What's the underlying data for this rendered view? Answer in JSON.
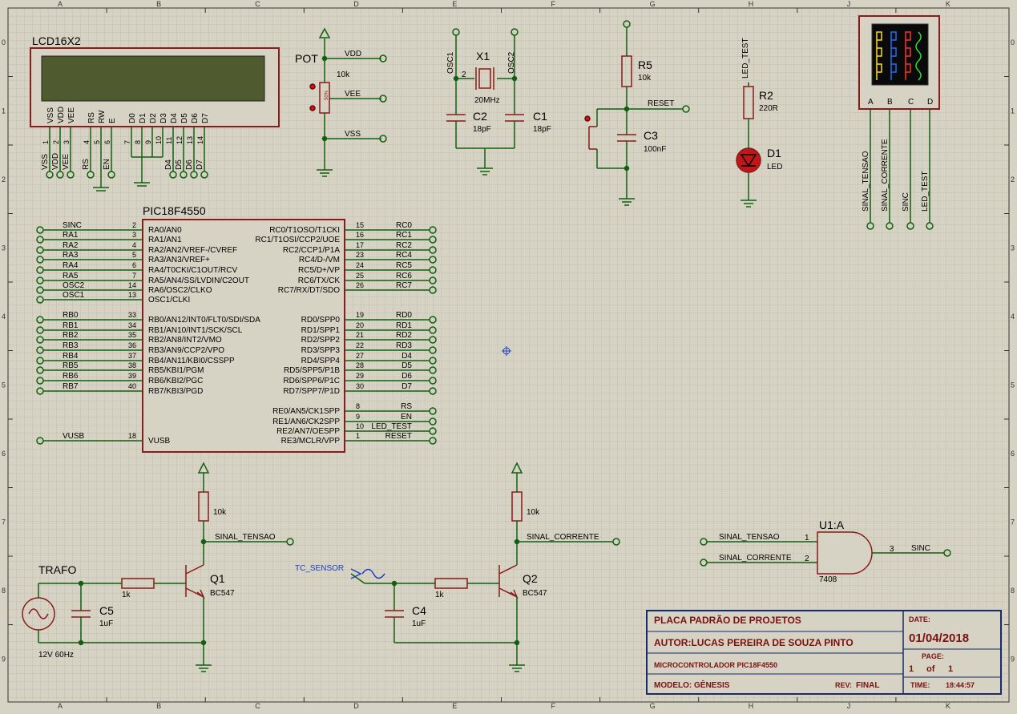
{
  "border": {
    "cols": [
      "A",
      "B",
      "C",
      "D",
      "E",
      "F",
      "G",
      "H",
      "J",
      "K"
    ],
    "rows": [
      "0",
      "1",
      "2",
      "3",
      "4",
      "5",
      "6",
      "7",
      "8",
      "9"
    ]
  },
  "lcd": {
    "name": "LCD16X2",
    "pins": [
      "VSS",
      "VDD",
      "VEE",
      "RS",
      "RW",
      "E",
      "D0",
      "D1",
      "D2",
      "D3",
      "D4",
      "D5",
      "D6",
      "D7"
    ],
    "numbers": [
      "1",
      "2",
      "3",
      "4",
      "5",
      "6",
      "7",
      "8",
      "9",
      "10",
      "11",
      "12",
      "13",
      "14"
    ],
    "nets": [
      "VSS",
      "VDD",
      "VEE",
      "RS",
      "EN",
      "D4",
      "D5",
      "D6",
      "D7"
    ]
  },
  "pot": {
    "name": "POT",
    "value": "10k",
    "nets": [
      "VDD",
      "VEE",
      "VSS"
    ],
    "wiper": "50%"
  },
  "crystal": {
    "name": "X1",
    "freq": "20MHz",
    "osc1": "OSC1",
    "osc2": "OSC2",
    "pin": "2",
    "c2_name": "C2",
    "c2_val": "18pF",
    "c1_name": "C1",
    "c1_val": "18pF"
  },
  "reset": {
    "r5_name": "R5",
    "r5_val": "10k",
    "net": "RESET",
    "c3_name": "C3",
    "c3_val": "100nF"
  },
  "led": {
    "net": "LED_TEST",
    "r2_name": "R2",
    "r2_val": "220R",
    "d1_name": "D1",
    "d1_val": "LED"
  },
  "scope": {
    "ch": [
      "A",
      "B",
      "C",
      "D"
    ],
    "nets": [
      "SINAL_TENSAO",
      "SINAL_CORRENTE",
      "SINC",
      "LED_TEST"
    ]
  },
  "mcu": {
    "name": "PIC18F4550",
    "left": [
      {
        "net": "SINC",
        "num": "2",
        "pin": "RA0/AN0"
      },
      {
        "net": "RA1",
        "num": "3",
        "pin": "RA1/AN1"
      },
      {
        "net": "RA2",
        "num": "4",
        "pin": "RA2/AN2/VREF-/CVREF"
      },
      {
        "net": "RA3",
        "num": "5",
        "pin": "RA3/AN3/VREF+"
      },
      {
        "net": "RA4",
        "num": "6",
        "pin": "RA4/T0CKI/C1OUT/RCV"
      },
      {
        "net": "RA5",
        "num": "7",
        "pin": "RA5/AN4/SS/LVDIN/C2OUT"
      },
      {
        "net": "OSC2",
        "num": "14",
        "pin": "RA6/OSC2/CLKO"
      },
      {
        "net": "OSC1",
        "num": "13",
        "pin": "OSC1/CLKI"
      },
      {
        "net": "RB0",
        "num": "33",
        "pin": "RB0/AN12/INT0/FLT0/SDI/SDA"
      },
      {
        "net": "RB1",
        "num": "34",
        "pin": "RB1/AN10/INT1/SCK/SCL"
      },
      {
        "net": "RB2",
        "num": "35",
        "pin": "RB2/AN8/INT2/VMO"
      },
      {
        "net": "RB3",
        "num": "36",
        "pin": "RB3/AN9/CCP2/VPO"
      },
      {
        "net": "RB4",
        "num": "37",
        "pin": "RB4/AN11/KBI0/CSSPP"
      },
      {
        "net": "RB5",
        "num": "38",
        "pin": "RB5/KBI1/PGM"
      },
      {
        "net": "RB6",
        "num": "39",
        "pin": "RB6/KBI2/PGC"
      },
      {
        "net": "RB7",
        "num": "40",
        "pin": "RB7/KBI3/PGD"
      },
      {
        "net": "VUSB",
        "num": "18",
        "pin": "VUSB"
      }
    ],
    "right": [
      {
        "net": "RC0",
        "num": "15",
        "pin": "RC0/T1OSO/T1CKI"
      },
      {
        "net": "RC1",
        "num": "16",
        "pin": "RC1/T1OSI/CCP2/UOE"
      },
      {
        "net": "RC2",
        "num": "17",
        "pin": "RC2/CCP1/P1A"
      },
      {
        "net": "RC4",
        "num": "23",
        "pin": "RC4/D-/VM"
      },
      {
        "net": "RC5",
        "num": "24",
        "pin": "RC5/D+/VP"
      },
      {
        "net": "RC6",
        "num": "25",
        "pin": "RC6/TX/CK"
      },
      {
        "net": "RC7",
        "num": "26",
        "pin": "RC7/RX/DT/SDO"
      },
      {
        "net": "RD0",
        "num": "19",
        "pin": "RD0/SPP0"
      },
      {
        "net": "RD1",
        "num": "20",
        "pin": "RD1/SPP1"
      },
      {
        "net": "RD2",
        "num": "21",
        "pin": "RD2/SPP2"
      },
      {
        "net": "RD3",
        "num": "22",
        "pin": "RD3/SPP3"
      },
      {
        "net": "D4",
        "num": "27",
        "pin": "RD4/SPP4"
      },
      {
        "net": "D5",
        "num": "28",
        "pin": "RD5/SPP5/P1B"
      },
      {
        "net": "D6",
        "num": "29",
        "pin": "RD6/SPP6/P1C"
      },
      {
        "net": "D7",
        "num": "30",
        "pin": "RD7/SPP7/P1D"
      },
      {
        "net": "RS",
        "num": "8",
        "pin": "RE0/AN5/CK1SPP"
      },
      {
        "net": "EN",
        "num": "9",
        "pin": "RE1/AN6/CK2SPP"
      },
      {
        "net": "LED_TEST",
        "num": "10",
        "pin": "RE2/AN7/OESPP"
      },
      {
        "net": "RESET",
        "num": "1",
        "pin": "RE3/MCLR/VPP"
      }
    ]
  },
  "q1": {
    "r_top": "10k",
    "net": "SINAL_TENSAO",
    "r_base": "1k",
    "name": "Q1",
    "type": "BC547",
    "trafo": "TRAFO",
    "trafo_val": "12V 60Hz",
    "c5_name": "C5",
    "c5_val": "1uF"
  },
  "q2": {
    "r_top": "10k",
    "net": "SINAL_CORRENTE",
    "r_base": "1k",
    "name": "Q2",
    "type": "BC547",
    "sensor": "TC_SENSOR",
    "c4_name": "C4",
    "c4_val": "1uF"
  },
  "gate": {
    "name": "U1:A",
    "part": "7408",
    "in1": "SINAL_TENSAO",
    "in2": "SINAL_CORRENTE",
    "p1": "1",
    "p2": "2",
    "p3": "3",
    "out": "SINC"
  },
  "titleblock": {
    "line1": "PLACA PADRÃO DE PROJETOS",
    "line2": "AUTOR:LUCAS PEREIRA DE SOUZA PINTO",
    "line3": "MICROCONTROLADOR PIC18F4550",
    "modelo": "MODELO: GÊNESIS",
    "rev_label": "REV:",
    "rev": "FINAL",
    "date_label": "DATE:",
    "date": "01/04/2018",
    "page_label": "PAGE:",
    "page": "1",
    "of": "of",
    "pages": "1",
    "time_label": "TIME:",
    "time": "18:44:57"
  },
  "colors": {
    "wire": "#106010",
    "body": "#8b1a1a",
    "fill": "#d6d3c4",
    "lcd_screen": "#4f5a2e"
  }
}
